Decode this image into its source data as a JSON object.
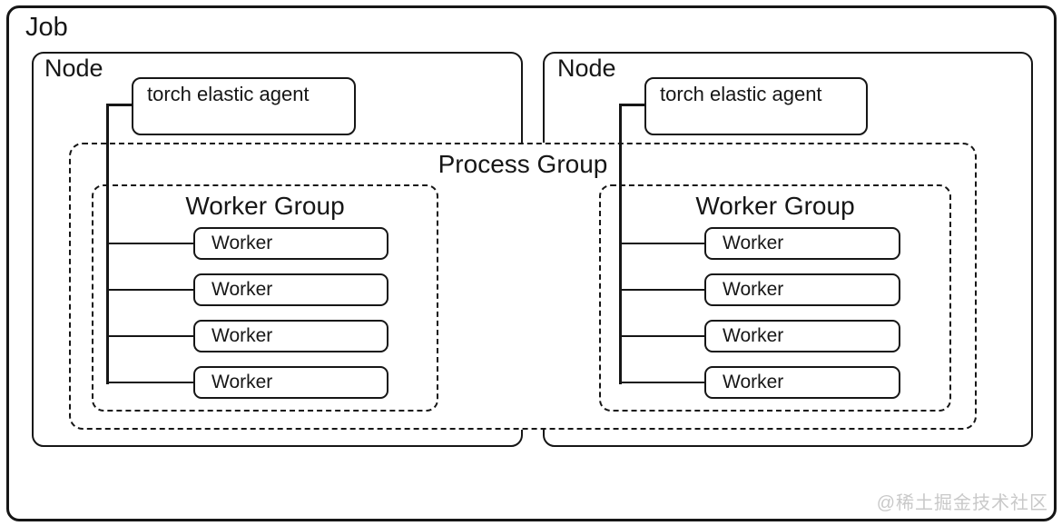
{
  "diagram": {
    "job": {
      "label": "Job"
    },
    "process_group": {
      "label": "Process Group"
    },
    "nodes": [
      {
        "label": "Node",
        "agent": {
          "label": "torch elastic agent"
        },
        "worker_group": {
          "label": "Worker Group",
          "workers": [
            "Worker",
            "Worker",
            "Worker",
            "Worker"
          ]
        }
      },
      {
        "label": "Node",
        "agent": {
          "label": "torch elastic agent"
        },
        "worker_group": {
          "label": "Worker Group",
          "workers": [
            "Worker",
            "Worker",
            "Worker",
            "Worker"
          ]
        }
      }
    ],
    "watermark": "@稀土掘金技术社区",
    "colors": {
      "line": "#161616",
      "background": "#ffffff",
      "watermark": "#c9c9c9"
    }
  }
}
